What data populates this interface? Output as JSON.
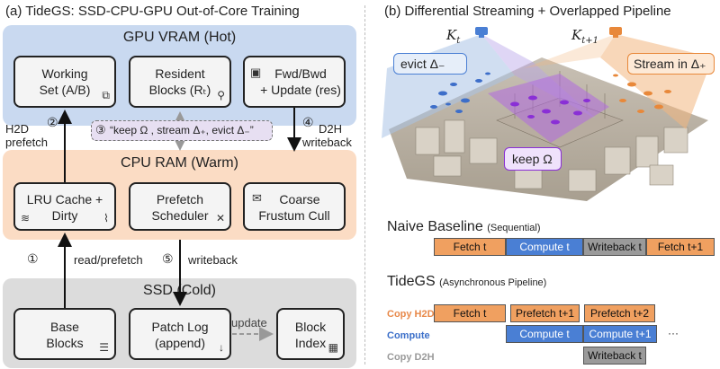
{
  "left": {
    "title": "(a) TideGS: SSD-CPU-GPU Out-of-Core Training",
    "gpu": {
      "title": "GPU VRAM (Hot)",
      "boxes": [
        {
          "l1": "Working",
          "l2": "Set (A/B)"
        },
        {
          "l1": "Resident",
          "l2": "Blocks (Rₜ)"
        },
        {
          "l1": "Fwd/Bwd",
          "l2": "+ Update (res)"
        }
      ]
    },
    "cpu": {
      "title": "CPU RAM (Warm)",
      "boxes": [
        {
          "l1": "LRU Cache +",
          "l2": "Dirty"
        },
        {
          "l1": "Prefetch",
          "l2": "Scheduler"
        },
        {
          "l1": "Coarse",
          "l2": "Frustum Cull"
        }
      ]
    },
    "ssd": {
      "title": "SSD (Cold)",
      "boxes": [
        {
          "l1": "Base",
          "l2": "Blocks"
        },
        {
          "l1": "Patch Log",
          "l2": "(append)"
        },
        {
          "l1": "Block",
          "l2": "Index"
        }
      ]
    },
    "labels": {
      "h2d_num": "②",
      "h2d_1": "H2D",
      "h2d_2": "prefetch",
      "d2h_num": "④",
      "d2h_1": "D2H",
      "d2h_2": "writeback",
      "keep_num": "③",
      "keep_text": "“keep Ω , stream Δ₊, evict Δ₋”",
      "read_num": "①",
      "read_text": "read/prefetch",
      "wb_num": "⑤",
      "wb_text": "writeback",
      "update": "update"
    }
  },
  "right": {
    "title": "(b) Differential Streaming + Overlapped Pipeline",
    "scene": {
      "k_t": "K",
      "k_t_sub": "t",
      "k_t1": "K",
      "k_t1_sub": "t+1",
      "evict": "evict Δ₋",
      "stream_in": "Stream in Δ₊",
      "keep": "keep Ω"
    },
    "naive": {
      "title": "Naive Baseline",
      "subtitle": "(Sequential)",
      "bars": [
        "Fetch t",
        "Compute t",
        "Writeback t",
        "Fetch t+1"
      ]
    },
    "tidegs": {
      "title": "TideGS",
      "subtitle": "(Asynchronous Pipeline)",
      "lanes": [
        "Copy H2D",
        "Compute",
        "Copy D2H"
      ],
      "h2d_bars": [
        "Fetch t",
        "Prefetch t+1",
        "Prefetch t+2"
      ],
      "compute_bars": [
        "Compute t",
        "Compute t+1"
      ],
      "d2h_bars": [
        "Writeback t"
      ],
      "ellipsis": "···"
    }
  },
  "colors": {
    "gpu_bg": "#c9d9f0",
    "cpu_bg": "#fbdcc4",
    "ssd_bg": "#dcdcdc",
    "orange": "#f0a060",
    "blue": "#4a7fd4",
    "gray": "#9a9a9a",
    "lane_orange": "#e8894a",
    "lane_blue": "#3b6fc9",
    "lane_gray": "#9a9a9a"
  }
}
